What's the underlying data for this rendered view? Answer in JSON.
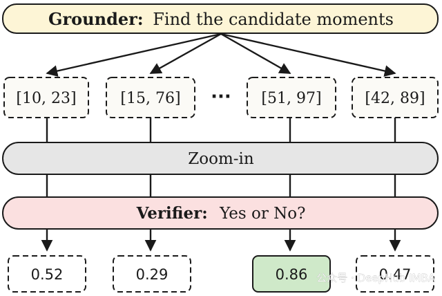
{
  "grounder": {
    "bold_label": "Grounder:",
    "text": "Find the candidate moments",
    "fill": "#fdf5d6"
  },
  "candidates": [
    {
      "label": "[10, 23]"
    },
    {
      "label": "[15, 76]"
    },
    {
      "label": "[51, 97]"
    },
    {
      "label": "[42, 89]"
    }
  ],
  "ellipsis": "···",
  "zoom": {
    "label": "Zoom-in",
    "fill": "#e6e6e6"
  },
  "verifier": {
    "bold_label": "Verifier:",
    "text": "Yes or No?",
    "fill": "#fbe0e0"
  },
  "scores": [
    {
      "value": "0.52",
      "highlight": false
    },
    {
      "value": "0.29",
      "highlight": false
    },
    {
      "value": "0.86",
      "highlight": true
    },
    {
      "value": "0.47",
      "highlight": false
    }
  ],
  "colors": {
    "stroke": "#1a1a1a",
    "highlight_fill": "#cfe9c9",
    "candidate_fill": "#fbfaf6",
    "score_fill": "#ffffff"
  },
  "watermark": {
    "text": "公众号 · DeepHub IMBA"
  }
}
